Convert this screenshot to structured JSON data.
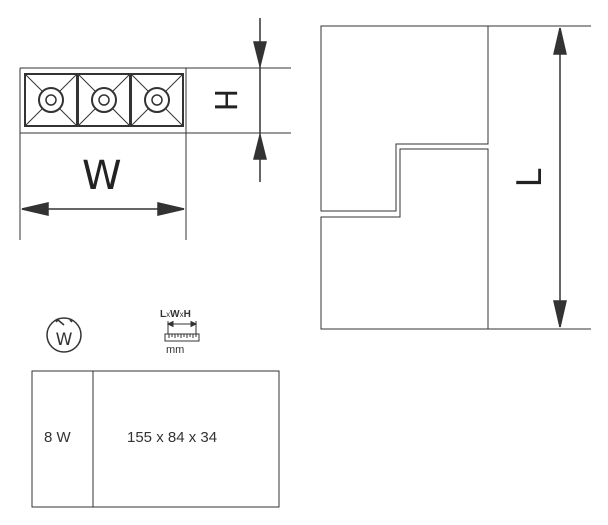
{
  "dimensions": {
    "width_label": "W",
    "height_label": "H",
    "length_label": "L"
  },
  "icons": {
    "power": "power-meter-icon",
    "size": "dimension-ruler-icon"
  },
  "spec_header": {
    "size_title_L": "L",
    "size_title_x1": "x",
    "size_title_W": "W",
    "size_title_x2": "x",
    "size_title_H": "H",
    "unit": "mm",
    "power_icon_letter": "W"
  },
  "specs": {
    "power": "8 W",
    "size": "155 x 84 x 34"
  }
}
